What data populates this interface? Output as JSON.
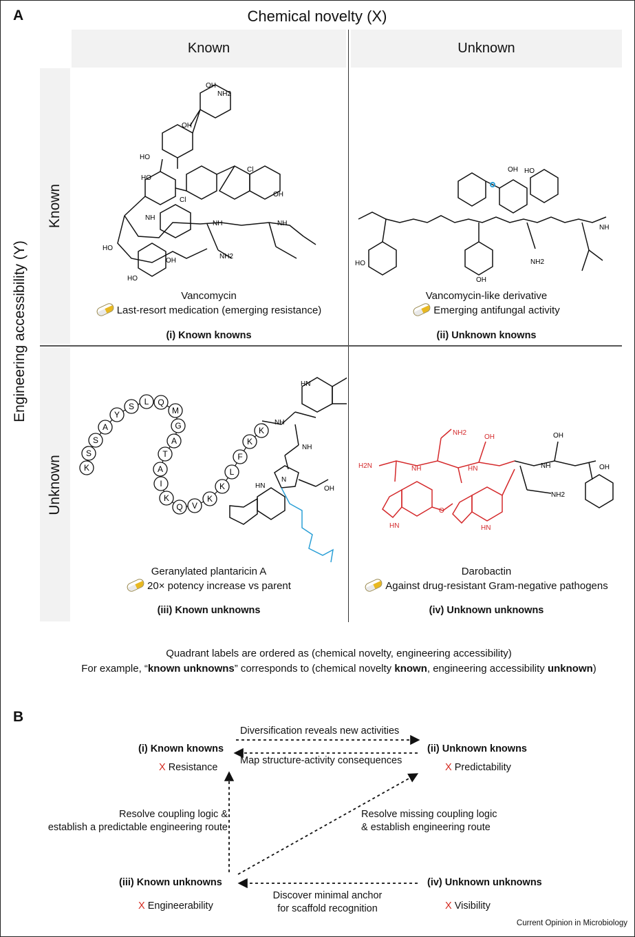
{
  "panel_a": {
    "letter": "A",
    "x_axis_title": "Chemical novelty (X)",
    "y_axis_title": "Engineering accessibility (Y)",
    "columns": [
      "Known",
      "Unknown"
    ],
    "rows": [
      "Known",
      "Unknown"
    ],
    "quadrants": [
      {
        "compound": "Vancomycin",
        "activity": "Last-resort medication (emerging resistance)",
        "label": "(i) Known knowns"
      },
      {
        "compound": "Vancomycin-like derivative",
        "activity": "Emerging antifungal activity",
        "label": "(ii) Unknown knowns"
      },
      {
        "compound": "Geranylated plantaricin A",
        "activity": "20× potency increase vs parent",
        "label": "(iii) Known unknowns"
      },
      {
        "compound": "Darobactin",
        "activity": "Against drug-resistant Gram-negative pathogens",
        "label": "(iv) Unknown unknowns"
      }
    ],
    "peptide_sequence": [
      "K",
      "S",
      "S",
      "A",
      "Y",
      "S",
      "L",
      "Q",
      "M",
      "G",
      "A",
      "T",
      "A",
      "I",
      "K",
      "Q",
      "V",
      "K",
      "K",
      "L",
      "F",
      "K",
      "K"
    ],
    "structure_text": {
      "oh": "OH",
      "ho": "HO",
      "nh2": "NH2",
      "nh": "NH",
      "hn": "HN",
      "n": "N",
      "o": "O",
      "cl": "Cl",
      "cooh": "OH",
      "h2n": "H2N"
    },
    "note_line1": "Quadrant labels are ordered as (chemical novelty, engineering accessibility)",
    "note_line2_parts": [
      "For example, “",
      "known unknowns",
      "” corresponds to (chemical novelty ",
      "known",
      ", engineering accessibility ",
      "unknown",
      ")"
    ]
  },
  "panel_b": {
    "letter": "B",
    "nodes": {
      "known_knowns": {
        "label": "(i) Known knowns",
        "x_mark": "X",
        "barrier": "Resistance"
      },
      "unknown_knowns": {
        "label": "(ii) Unknown knowns",
        "x_mark": "X",
        "barrier": "Predictability"
      },
      "known_unknowns": {
        "label": "(iii) Known unknowns",
        "x_mark": "X",
        "barrier": "Engineerability"
      },
      "unknown_unknowns": {
        "label": "(iv) Unknown unknowns",
        "x_mark": "X",
        "barrier": "Visibility"
      }
    },
    "edges": {
      "top_forward": "Diversification reveals new activities",
      "top_back": "Map structure-activity consequences",
      "left_1": "Resolve coupling logic &",
      "left_2": "establish a predictable engineering route",
      "diag_1": "Resolve missing coupling logic",
      "diag_2": "& establish engineering route",
      "bottom_1": "Discover minimal anchor",
      "bottom_2": "for scaffold recognition"
    }
  },
  "footer": "Current Opinion in Microbiology",
  "colors": {
    "header_bg": "#f2f2f2",
    "red_x": "#d42a20",
    "blue_chain": "#2a9fd6",
    "red_structure": "#d4282a",
    "pill_yellow": "#e8b820"
  }
}
